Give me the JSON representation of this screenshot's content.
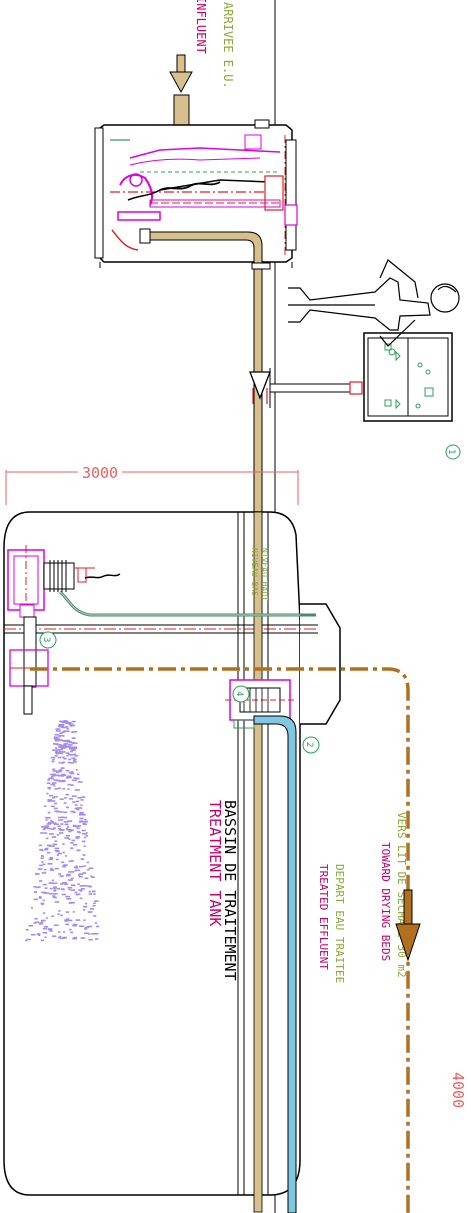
{
  "inlet": {
    "line1": "ARRIVEE E.U.",
    "line2": "INFLUENT",
    "color_fr": "#8aa838",
    "color_en": "#c8006e"
  },
  "dimension_width": "3000",
  "dimension_length": "4000",
  "markers": [
    "1",
    "2",
    "3",
    "4"
  ],
  "tank": {
    "label_fr": "BASSIN DE TRAITEMENT",
    "label_en": "TREATMENT TANK",
    "level_high": "NIVEAU HAUT",
    "level_low": "NIVEAU BAS"
  },
  "outlet": {
    "line_fr": "DEPART EAU TRAITEE",
    "line_en": "TREATED EFFLUENT"
  },
  "sludge": {
    "line_fr": "VERS LIT DE SECHAGE 30 m2",
    "line_en": "TOWARD DRYING BEDS"
  },
  "colors": {
    "pipe_tan": "#d7c08e",
    "pipe_blue": "#7dc9e4",
    "sludge_brown": "#b07020",
    "magenta": "#e000e0",
    "red": "#e02020",
    "green": "#2aa05a",
    "bubbles": "#a58cf0",
    "dim_red": "#e86060"
  }
}
